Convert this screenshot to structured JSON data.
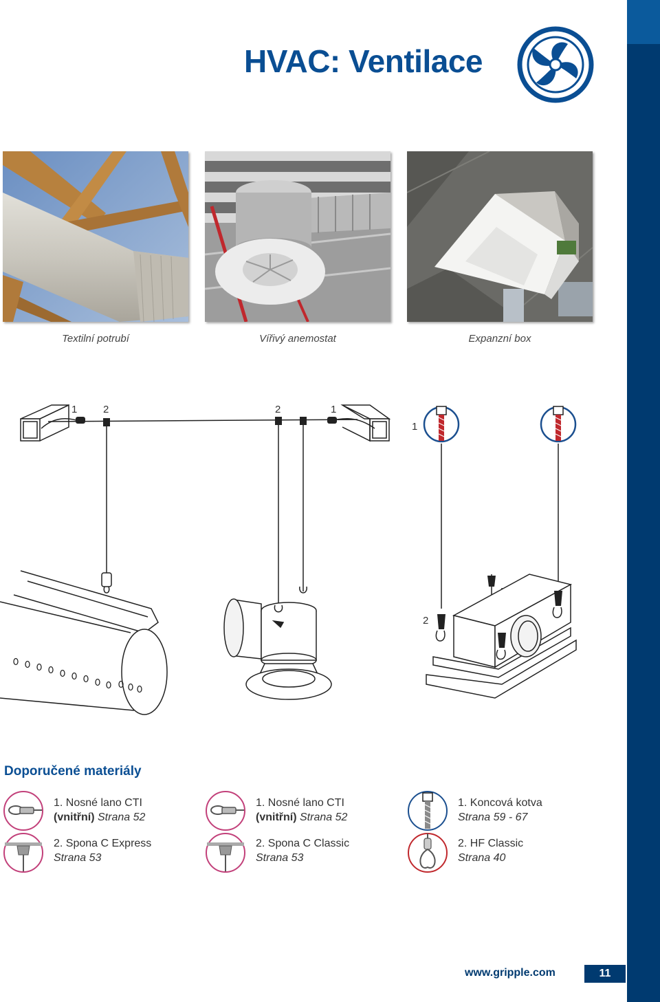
{
  "header": {
    "title": "HVAC: Ventilace",
    "logo_icon": "fan-icon",
    "accent_color": "#0a4e93",
    "sidebar_color": "#003a70"
  },
  "photos": [
    {
      "caption": "Textilní potrubí"
    },
    {
      "caption": "Vířivý anemostat"
    },
    {
      "caption": "Expanzní box"
    }
  ],
  "diagram": {
    "labels": {
      "left_1": "1",
      "left_2": "2",
      "mid_2": "2",
      "mid_1": "1",
      "right_1": "1",
      "right_2": "2"
    }
  },
  "materials": {
    "title": "Doporučené materiály",
    "columns": [
      {
        "items": [
          {
            "line1": "1. Nosné lano CTI",
            "line2_bold": "(vnitřní)",
            "line2_italic": "Strana 52",
            "icon": "cable-loop-icon"
          },
          {
            "line1": "2. Spona C Express",
            "line2_italic": "Strana 53",
            "icon": "c-clamp-icon"
          }
        ]
      },
      {
        "items": [
          {
            "line1": "1. Nosné lano CTI",
            "line2_bold": "(vnitřní)",
            "line2_italic": "Strana 52",
            "icon": "cable-loop-icon"
          },
          {
            "line1": "2. Spona C Classic",
            "line2_italic": "Strana 53",
            "icon": "c-clamp-icon"
          }
        ]
      },
      {
        "items": [
          {
            "line1": "1. Koncová kotva",
            "line2_italic": "Strana 59 - 67",
            "icon": "end-anchor-icon"
          },
          {
            "line1": "2. HF Classic",
            "line2_italic": "Strana 40",
            "icon": "hf-classic-icon"
          }
        ]
      }
    ]
  },
  "footer": {
    "website": "www.gripple.com",
    "page_number": "11"
  }
}
